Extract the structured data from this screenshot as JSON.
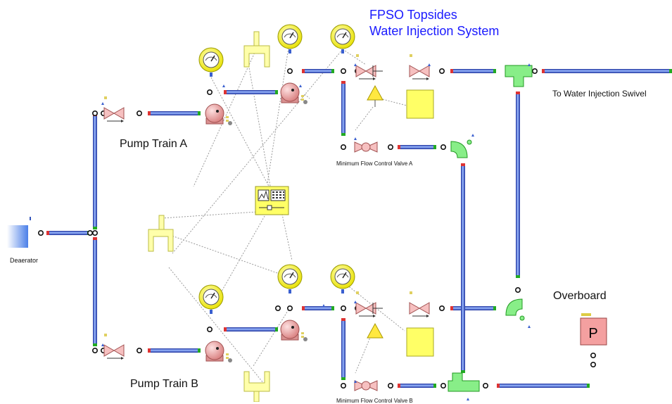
{
  "title": {
    "line1": "FPSO Topsides",
    "line2": "Water Injection System",
    "color": "#1a1aff"
  },
  "labels": {
    "pump_train_a": "Pump Train A",
    "pump_train_b": "Pump Train B",
    "deaerator": "Deaerator",
    "to_swivel": "To Water Injection Swivel",
    "overboard": "Overboard",
    "min_flow_a": "Minimum Flow Control Valve A",
    "min_flow_b": "Minimum Flow Control Valve B",
    "pressure_boundary": "P"
  },
  "colors": {
    "pipe": "#1f3fbf",
    "pipe_highlight": "#8fb0ff",
    "gauge": "#ffff44",
    "valve": "#f4b8b8",
    "pump": "#f0a0a0",
    "controller": "#ffff66",
    "elbow": "#66dd66",
    "signal": "#999999",
    "deaerator": "#5588ee"
  }
}
